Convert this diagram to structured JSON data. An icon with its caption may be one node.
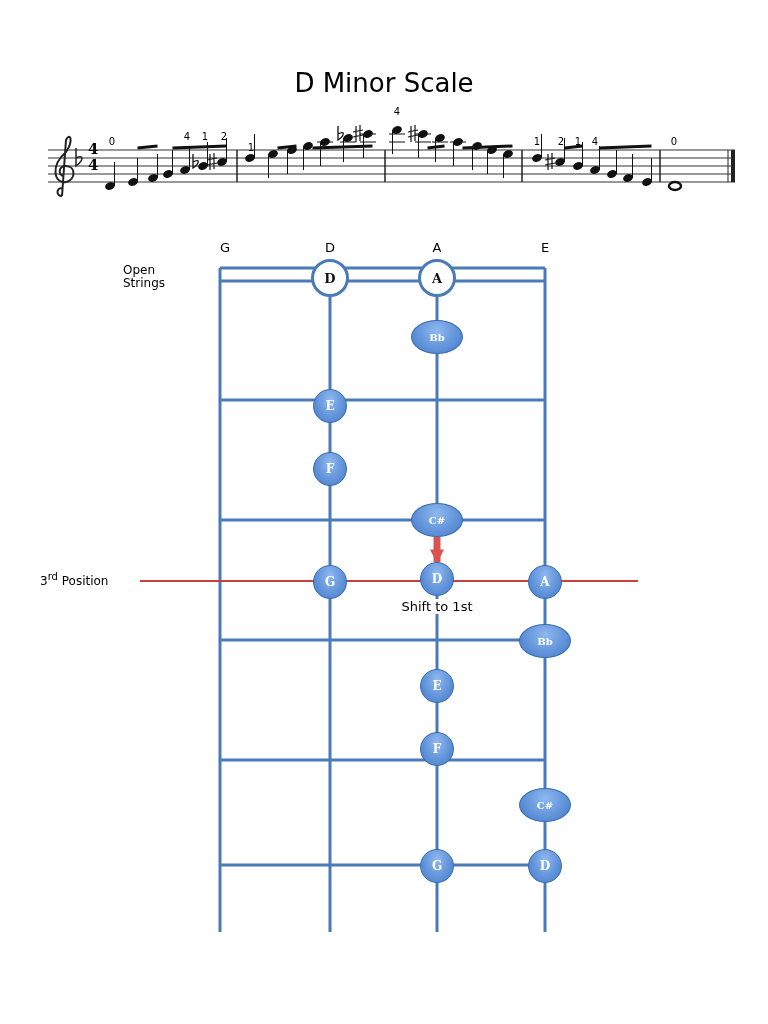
{
  "diagram": {
    "title": "D Minor Scale",
    "nodes": [
      {
        "text": [
          "D"
        ]
      },
      {
        "text": [
          "A"
        ]
      },
      {
        "text": [
          "Bb"
        ]
      },
      {
        "text": [
          "E"
        ]
      },
      {
        "text": [
          "F"
        ]
      },
      {
        "text": [
          "C#"
        ]
      },
      {
        "text": [
          "G"
        ]
      },
      {
        "text": [
          "D"
        ],
        "beside": [
          "Shift to 1st"
        ]
      },
      {
        "text": [
          "A"
        ]
      },
      {
        "text": [
          "Bb"
        ]
      },
      {
        "text": [
          "E"
        ]
      },
      {
        "text": [
          "F"
        ]
      },
      {
        "text": [
          "C#"
        ]
      },
      {
        "text": [
          "G"
        ]
      },
      {
        "text": [
          "D"
        ]
      }
    ],
    "edges": [
      {
        "from": 5,
        "to": 7,
        "arrow": "to",
        "color": "#d9534f"
      }
    ],
    "labels": [
      "4",
      "4",
      "0",
      "4",
      "1",
      "2",
      "1",
      "4",
      "1",
      "2",
      "1",
      "4",
      "0",
      "G",
      "D",
      "A",
      "E",
      "Open Strings",
      "3$^{rd}$ Position"
    ]
  }
}
